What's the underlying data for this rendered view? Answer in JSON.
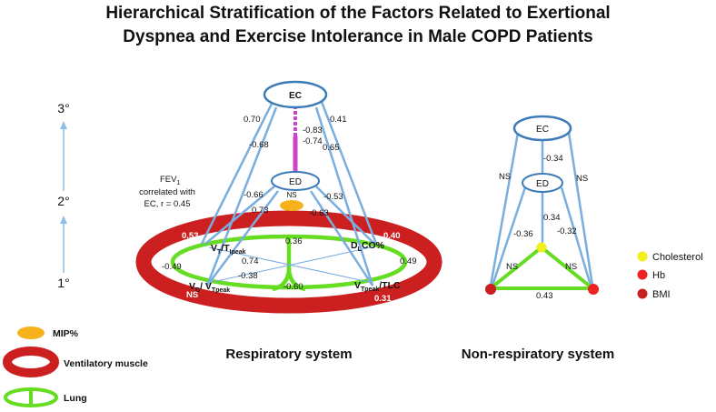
{
  "title": {
    "line1": "Hierarchical Stratification of the Factors Related to Exertional",
    "line2": "Dyspnea and Exercise Intolerance in Male COPD Patients"
  },
  "levels": {
    "l3": "3°",
    "l2": "2°",
    "l1": "1°"
  },
  "fev1_note": {
    "line1": "FEV",
    "sub": "1",
    "line2": "correlated with",
    "line3": "EC, r = 0.45"
  },
  "respiratory": {
    "label": "Respiratory system",
    "nodes": {
      "ec": "EC",
      "ed": "ED",
      "mip_ns": "NS"
    },
    "vt_ti": {
      "main": "V",
      "sub1": "T",
      "sep": "/T",
      "sub2": "Ipeak"
    },
    "dlco": {
      "main": "D",
      "sub": "L",
      "tail": "CO%"
    },
    "vd_vt": {
      "main": "V",
      "sub1": "D",
      "sep": "/ V",
      "sub2": "Tpeak"
    },
    "vt_tlc": {
      "main": "V",
      "sub": "Tpeak",
      "tail": "/TLC"
    },
    "coefficients": {
      "ec_vt": "0.70",
      "ec_vd": "-0.68",
      "ec_dl": "0.41",
      "ec_vtt": "0.65",
      "ec_ed1": "-0.83",
      "ec_ed2": "-0.74",
      "ed_vt": "-0.66",
      "ed_vd": "0.73",
      "ed_dl": "-0.53",
      "ed_vtt": "-0.63",
      "vt_dl": "0.36",
      "vt_vd": "-0.49",
      "dl_vtt": "0.49",
      "vt_vtt": "0.74",
      "dl_vd": "-0.38",
      "vd_vtt": "-0.60",
      "muscle_vt": "0.53",
      "muscle_dl": "0.40",
      "muscle_vd": "NS",
      "muscle_vtt": "0.31"
    }
  },
  "non_respiratory": {
    "label": "Non-respiratory system",
    "nodes": {
      "ec": "EC",
      "ed": "ED"
    },
    "coefficients": {
      "ec_ed": "-0.34",
      "ec_left": "NS",
      "ec_right": "NS",
      "ed_chol": "0.34",
      "ed_hb": "-0.32",
      "ed_bmi": "-0.36",
      "chol_bmi": "NS",
      "chol_hb": "NS",
      "bmi_hb": "0.43"
    },
    "legend": [
      {
        "label": "Cholesterol",
        "color": "#f2ef1a"
      },
      {
        "label": "Hb",
        "color": "#ee2222"
      },
      {
        "label": "BMI",
        "color": "#c81f1f"
      }
    ]
  },
  "legend": {
    "mip": "MIP%",
    "muscle": "Ventilatory muscle",
    "lung": "Lung"
  },
  "colors": {
    "line_blue": "#7aaede",
    "ellipse_blue": "#3d7ab8",
    "muscle_red": "#cc1f1f",
    "lung_green": "#66dd22",
    "magenta": "#cc44cc",
    "mip_orange": "#f5b21a",
    "arrow_blue": "#8fbde6"
  }
}
